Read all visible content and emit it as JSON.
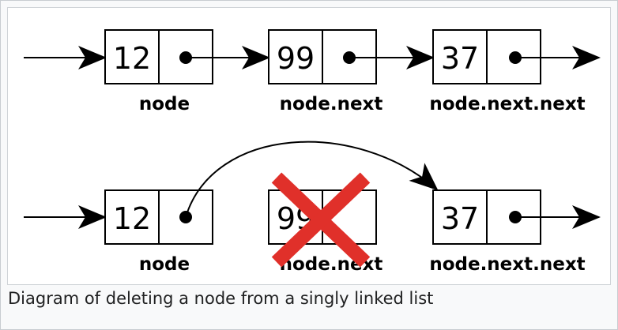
{
  "diagram": {
    "top_row": [
      {
        "value": "12",
        "label": "node"
      },
      {
        "value": "99",
        "label": "node.next"
      },
      {
        "value": "37",
        "label": "node.next.next"
      }
    ],
    "bottom_row": [
      {
        "value": "12",
        "label": "node"
      },
      {
        "value": "99",
        "label": "node.next",
        "deleted": true
      },
      {
        "value": "37",
        "label": "node.next.next"
      }
    ],
    "delete_mark_color": "#e0302a"
  },
  "caption": "Diagram of deleting a node from a singly linked list"
}
